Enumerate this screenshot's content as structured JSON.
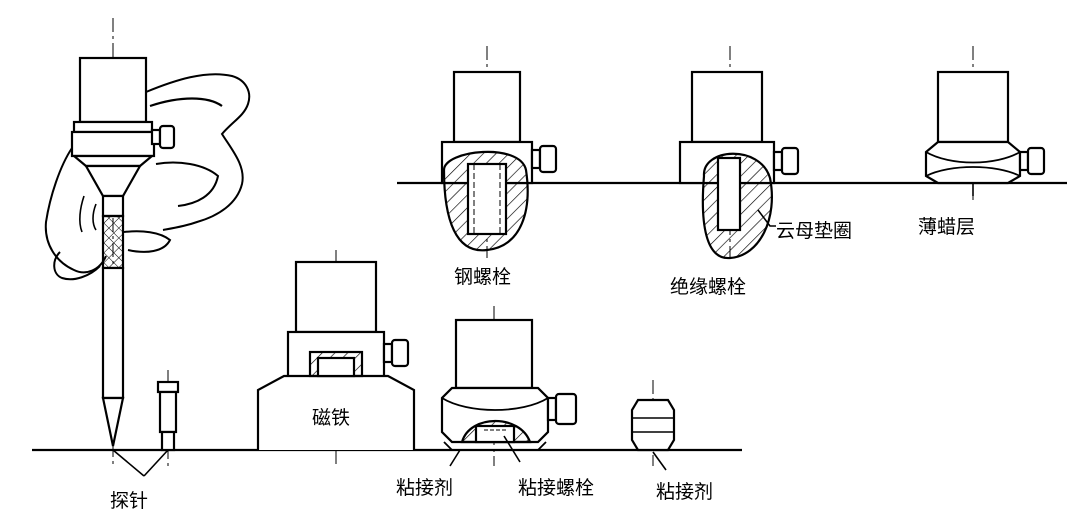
{
  "labels": {
    "probe": "探针",
    "steel_bolt": "钢螺栓",
    "insulated_bolt": "绝缘螺栓",
    "mica_washer": "云母垫圈",
    "wax_layer": "薄蜡层",
    "magnet": "磁铁",
    "adhesive_left": "粘接剂",
    "adhesive_bolt": "粘接螺栓",
    "adhesive_right": "粘接剂"
  },
  "colors": {
    "stroke": "#000000",
    "background": "#ffffff"
  }
}
